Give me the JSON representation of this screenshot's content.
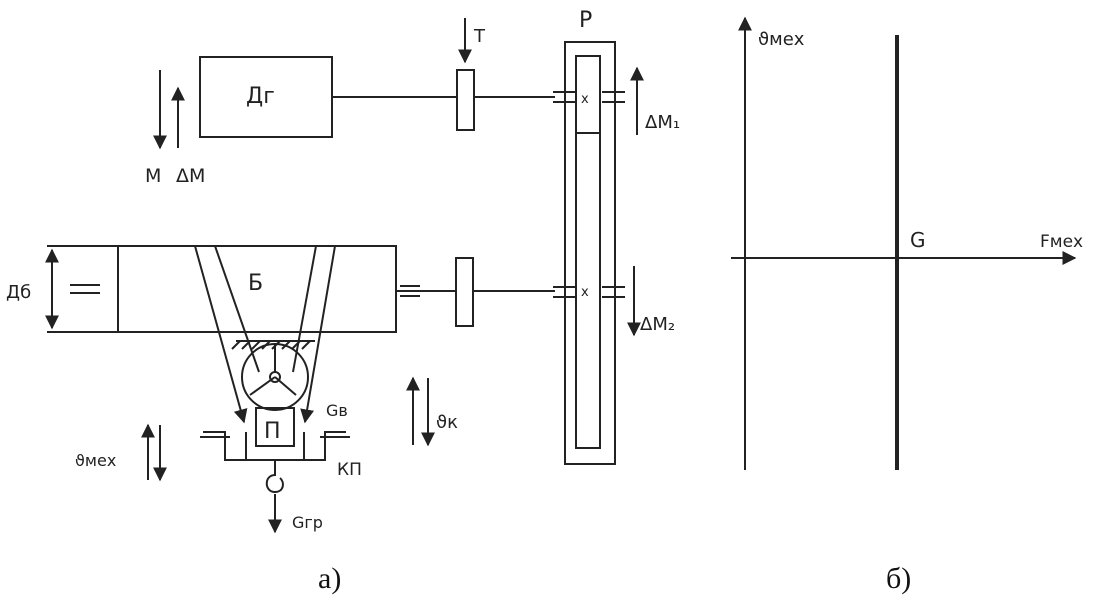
{
  "figure_a": {
    "caption": "а)",
    "motor_label": "Дг",
    "brake_label": "Т",
    "reducer_label": "Р",
    "drum_label": "Б",
    "drum_diameter_label": "Дб",
    "torque_label": "М",
    "torque_delta_label": "ΔМ",
    "delta_m1_label": "ΔМ₁",
    "delta_m2_label": "ΔМ₂",
    "pulley_label": "П",
    "rope_weight_label": "Gв",
    "mech_speed_label": "ϑмех",
    "rope_speed_label": "ϑк",
    "hook_block_label": "КП",
    "load_weight_label": "Gгр"
  },
  "figure_b": {
    "caption": "б)",
    "y_axis_label": "ϑмех",
    "x_axis_label": "Fмех",
    "force_label": "G"
  }
}
